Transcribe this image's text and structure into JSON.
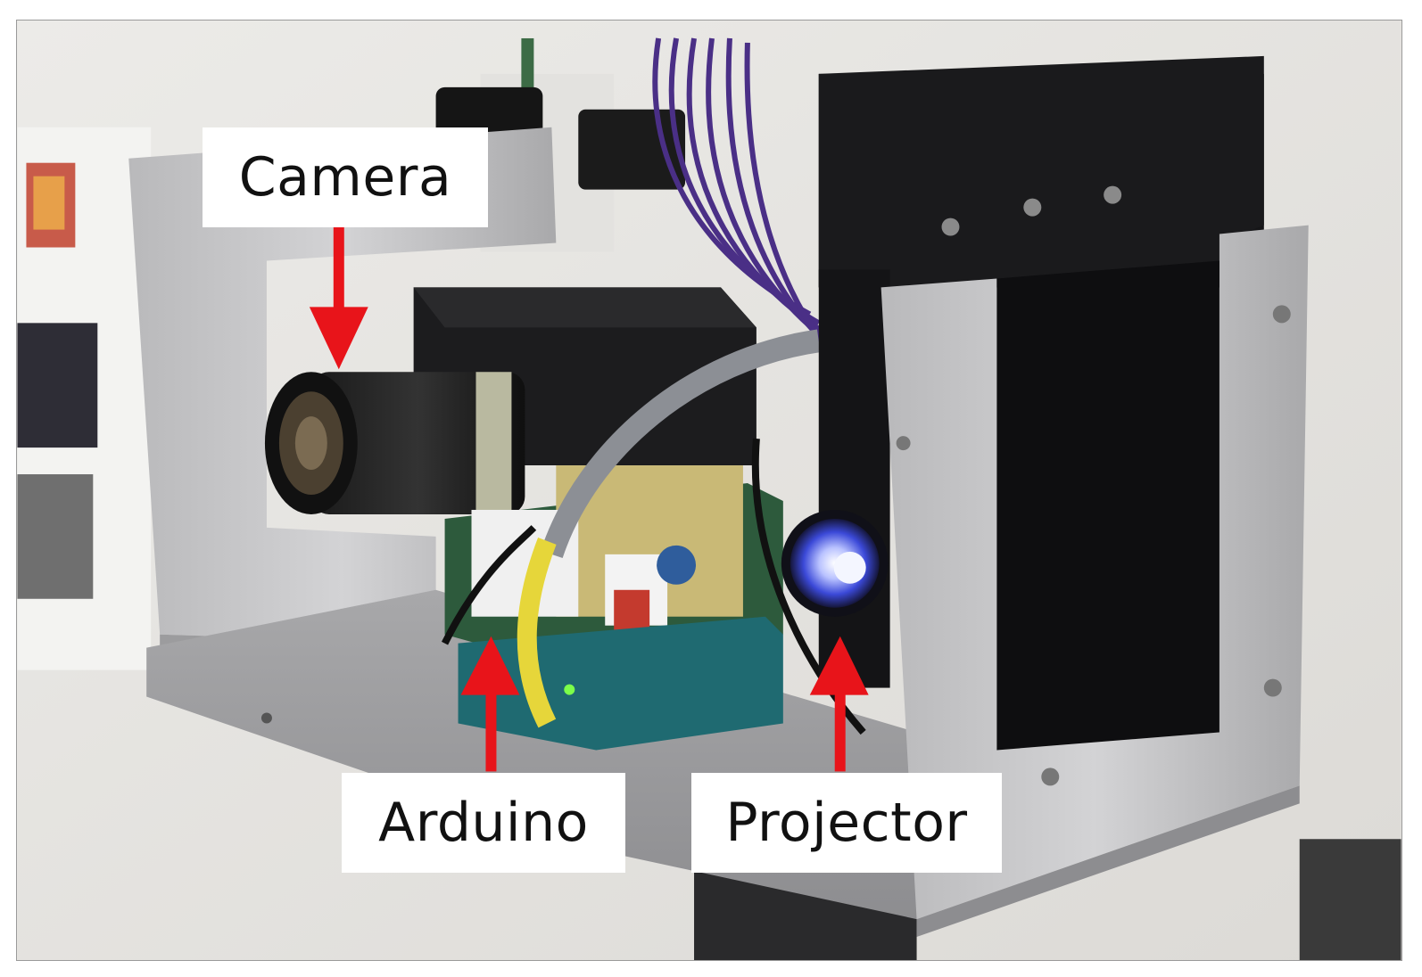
{
  "labels": {
    "camera": "Camera",
    "arduino": "Arduino",
    "projector": "Projector"
  },
  "colors": {
    "arrow": "#e8141a",
    "label_bg": "#ffffff",
    "label_text": "#111111"
  }
}
